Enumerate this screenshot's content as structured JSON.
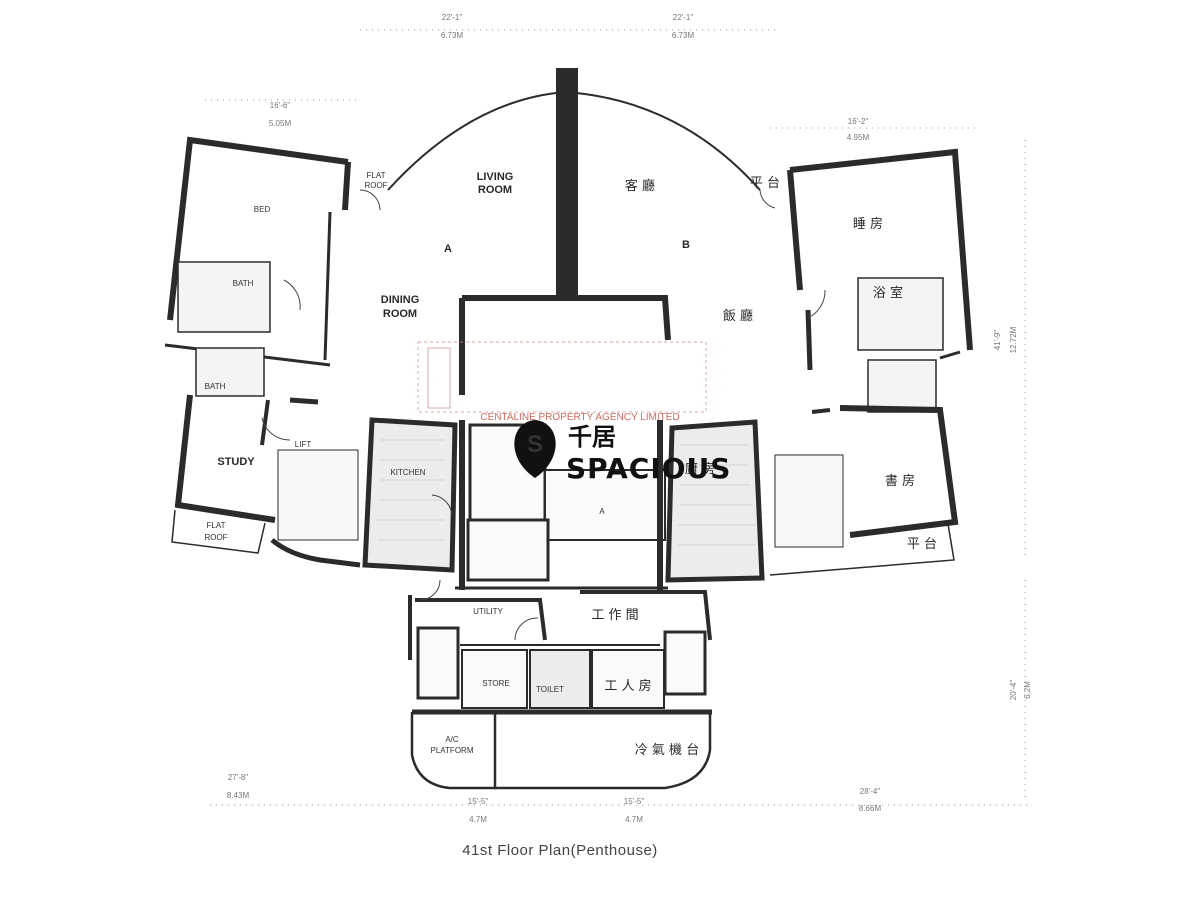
{
  "dimensions": {
    "top_left": "22'-1\"",
    "top_left_m": "6.73M",
    "top_right": "22'-1\"",
    "top_right_m": "6.73M",
    "left_wing": "16'-6\"",
    "left_wing_m": "5.05M",
    "right_wing": "16'-2\"",
    "right_wing_m": "4.95M",
    "right_side": "41'-9\"",
    "right_side_m": "12.72M",
    "right_lower": "20'-4\"",
    "right_lower_m": "6.2M",
    "bottom_left": "27'-8\"",
    "bottom_left_m": "8.43M",
    "bottom_mid_left": "15'-5\"",
    "bottom_mid_left_m": "4.7M",
    "bottom_mid_right": "15'-5\"",
    "bottom_mid_right_m": "4.7M",
    "bottom_right": "28'-4\"",
    "bottom_right_m": "8.66M"
  },
  "rooms": {
    "living_room_line1": "LIVING",
    "living_room_line2": "ROOM",
    "living_room_cn": "客 廳",
    "unit_a": "A",
    "unit_b": "B",
    "dining_room_line1": "DINING",
    "dining_room_line2": "ROOM",
    "dining_room_cn": "飯 廳",
    "flat_roof_tl_1": "FLAT",
    "flat_roof_tl_2": "ROOF",
    "flat_roof_tr_cn": "平 台",
    "bedroom_left": "BED",
    "bedroom_right_cn": "睡 房",
    "bath_upper": "BATH",
    "bath_lower": "BATH",
    "bath_right_cn": "浴 室",
    "study": "STUDY",
    "study_right_cn": "書 房",
    "flat_roof_bl_1": "FLAT",
    "flat_roof_bl_2": "ROOF",
    "flat_roof_br_cn": "平 台",
    "lift_left": "LIFT",
    "kitchen_left": "KITCHEN",
    "kitchen_right_cn": "廚 房",
    "utility": "UTILITY",
    "utility_cn": "工 作 間",
    "store": "STORE",
    "toilet": "TOILET",
    "maid_room_cn": "工 人 房",
    "ac_platform_1": "A/C",
    "ac_platform_2": "PLATFORM",
    "ac_platform_cn": "冷 氣 機 台",
    "core_a": "A"
  },
  "watermark": {
    "agency": "CENTALINE PROPERTY AGENCY LIMITED",
    "brand_cn": "千居",
    "brand_en": "SPACIOUS",
    "logo_letter": "S"
  },
  "caption": "41st Floor Plan(Penthouse)"
}
